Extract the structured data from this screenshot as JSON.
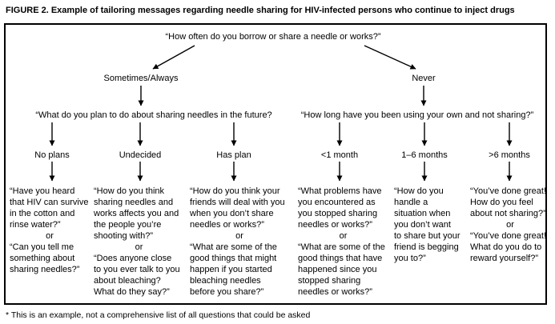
{
  "title": "FIGURE 2. Example of tailoring messages regarding needle sharing for HIV-infected persons who continue to inject drugs",
  "footnote": "* This is an example, not a comprehensive list of all questions that could be asked",
  "flowchart": {
    "root_question": "“How often do you borrow or share a needle or works?”",
    "left_branch": {
      "label": "Sometimes/Always",
      "question": "“What do you plan to do about sharing needles in the future?"
    },
    "right_branch": {
      "label": "Never",
      "question": "“How long have you been using your own and not sharing?”"
    },
    "columns": [
      {
        "label": "No plans",
        "q1": "“Have you heard\nthat HIV can survive\nin the cotton and\nrinse water?”",
        "or": "or",
        "q2": "“Can you tell me\nsomething about\nsharing needles?”"
      },
      {
        "label": "Undecided",
        "q1": "“How do you think\nsharing needles and\nworks affects you and\nthe people you’re\nshooting with?”",
        "or": "or",
        "q2": "“Does anyone close\nto you ever talk to you\nabout bleaching?\nWhat do they say?”"
      },
      {
        "label": "Has plan",
        "q1": "“How do you think your\nfriends will deal with you\nwhen you don’t share\nneedles or works?”",
        "or": "or",
        "q2": "“What are some of the\ngood things that might\nhappen if you started\nbleaching needles\nbefore you share?”"
      },
      {
        "label": "<1 month",
        "q1": "“What problems have\nyou encountered as\nyou stopped sharing\nneedles or works?”",
        "or": "or",
        "q2": "“What are some of the\ngood things that have\nhappened since you\nstopped sharing\nneedles or works?”"
      },
      {
        "label": "1–6 months",
        "q1": "“How do you\nhandle a\nsituation when\nyou don’t want\nto share but your\nfriend is begging\nyou to?”"
      },
      {
        "label": ">6 months",
        "q1": "“You’ve done great!\nHow do you feel\nabout not sharing?”",
        "or": "or",
        "q2": "“You’ve done great!\nWhat do you do to\nreward yourself?”"
      }
    ]
  }
}
